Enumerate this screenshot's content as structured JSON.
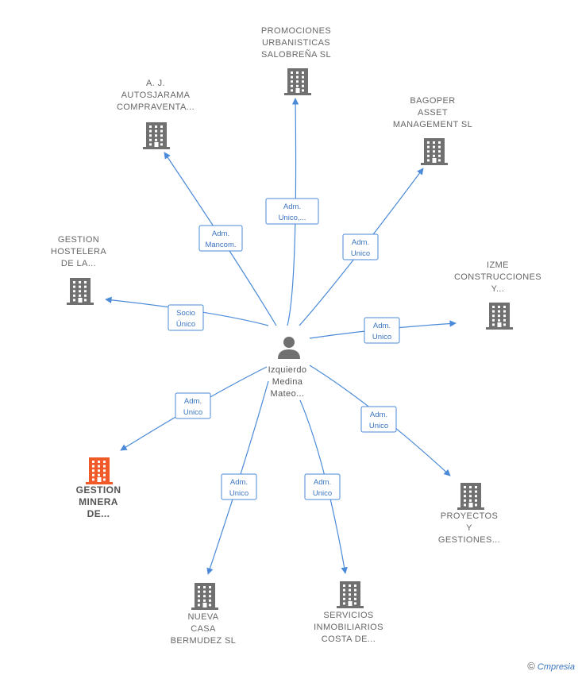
{
  "colors": {
    "edge": "#4a8ad8",
    "building": "#707070",
    "highlight": "#f05a28",
    "person": "#707070"
  },
  "center": {
    "icon": "person-icon",
    "lines": [
      "Izquierdo",
      "Medina",
      "Mateo..."
    ]
  },
  "nodes": [
    {
      "id": "promociones",
      "lines": [
        "PROMOCIONES",
        "URBANISTICAS",
        "SALOBREÑA SL"
      ],
      "relation": [
        "Adm.",
        "Unico,..."
      ],
      "highlight": false
    },
    {
      "id": "autosjarama",
      "lines": [
        "A.  J.",
        "AUTOSJARAMA",
        "COMPRAVENTA..."
      ],
      "relation": [
        "Adm.",
        "Mancom."
      ],
      "highlight": false
    },
    {
      "id": "bagoper",
      "lines": [
        "BAGOPER",
        "ASSET",
        "MANAGEMENT SL"
      ],
      "relation": [
        "Adm.",
        "Unico"
      ],
      "highlight": false
    },
    {
      "id": "hostelera",
      "lines": [
        "GESTION",
        "HOSTELERA",
        "DE LA..."
      ],
      "relation": [
        "Socio",
        "Único"
      ],
      "highlight": false
    },
    {
      "id": "izme",
      "lines": [
        "IZME",
        "CONSTRUCCIONES",
        "Y..."
      ],
      "relation": [
        "Adm.",
        "Unico"
      ],
      "highlight": false
    },
    {
      "id": "minera",
      "lines": [
        "GESTION",
        "MINERA",
        "DE..."
      ],
      "relation": [
        "Adm.",
        "Unico"
      ],
      "highlight": true
    },
    {
      "id": "proyectos",
      "lines": [
        "PROYECTOS",
        "Y",
        "GESTIONES..."
      ],
      "relation": [
        "Adm.",
        "Unico"
      ],
      "highlight": false
    },
    {
      "id": "nueva-casa",
      "lines": [
        "NUEVA",
        "CASA",
        "BERMUDEZ  SL"
      ],
      "relation": [
        "Adm.",
        "Unico"
      ],
      "highlight": false
    },
    {
      "id": "servicios",
      "lines": [
        "SERVICIOS",
        "INMOBILIARIOS",
        "COSTA DE..."
      ],
      "relation": [
        "Adm.",
        "Unico"
      ],
      "highlight": false
    }
  ],
  "footer": {
    "copyright": "©",
    "brand_initial": "C",
    "brand_rest": "mpresia"
  }
}
